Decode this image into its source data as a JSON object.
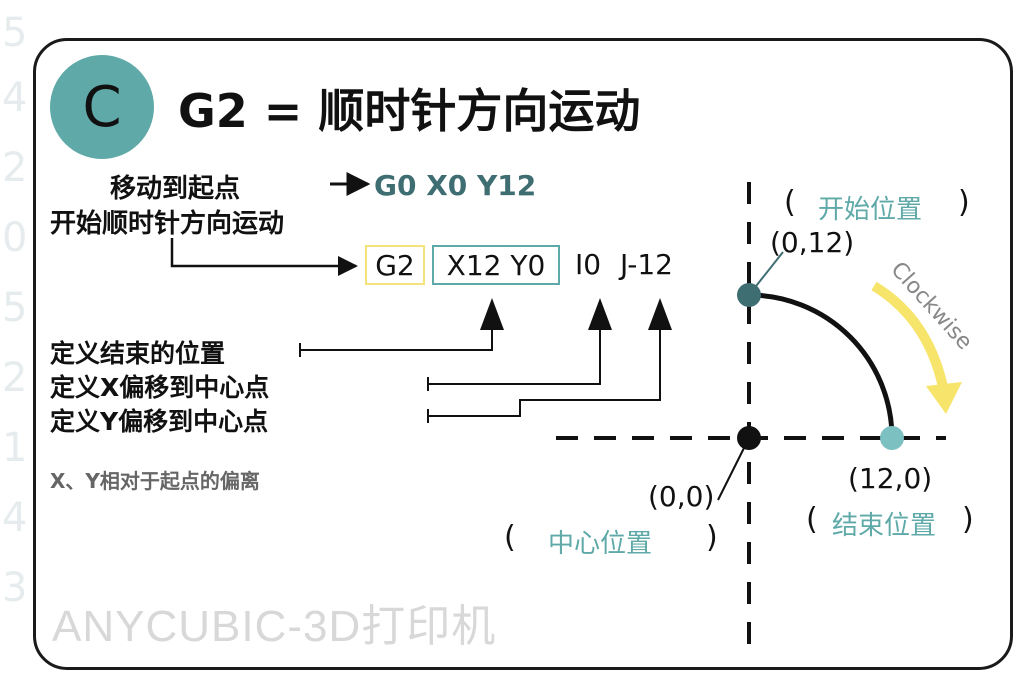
{
  "badge_letter": "C",
  "title": "G2 = 顺时针方向运动",
  "steps": {
    "move_to_start": "移动到起点",
    "start_clockwise": "开始顺时针方向运动"
  },
  "commands": {
    "g0_line": "G0 X0 Y12",
    "g2_box": "G2",
    "xy_box": "X12 Y0",
    "i_value": "I0",
    "j_value": "J-12"
  },
  "definitions": {
    "end_position": "定义结束的位置",
    "x_offset": "定义X偏移到中心点",
    "y_offset": "定义Y偏移到中心点"
  },
  "note": "X、Y相对于起点的偏离",
  "diagram": {
    "start_label": "开始位置",
    "start_coord": "(0,12)",
    "center_label": "中心位置",
    "center_coord": "(0,0)",
    "end_label": "结束位置",
    "end_coord": "(12,0)",
    "direction": "Clockwise"
  },
  "colors": {
    "teal": "#5fa9a8",
    "dark_teal": "#3e6d72",
    "yellow": "#f5e27a",
    "arrow_yellow": "#f7e46a"
  },
  "watermark": "ANYCUBIC-3D打印机",
  "background_digits": [
    "5",
    "4",
    "2",
    "0",
    "5",
    "2",
    "1",
    "4",
    "3"
  ]
}
